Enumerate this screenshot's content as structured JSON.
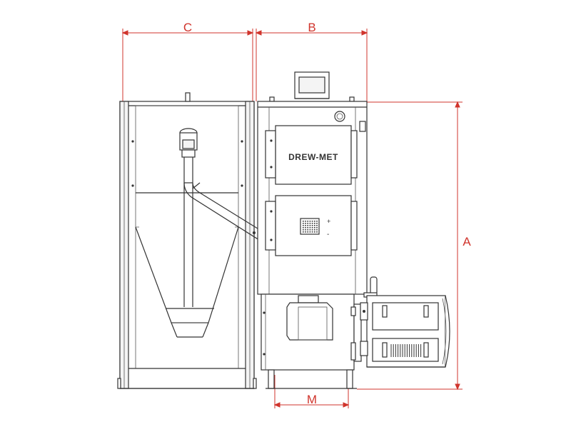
{
  "colors": {
    "dimension": "#d0342c",
    "outline": "#333333",
    "background": "#ffffff"
  },
  "labels": {
    "c": "C",
    "b": "B",
    "a": "A",
    "m": "M",
    "brand": "DREW-MET",
    "plus": "+",
    "minus": "-"
  }
}
